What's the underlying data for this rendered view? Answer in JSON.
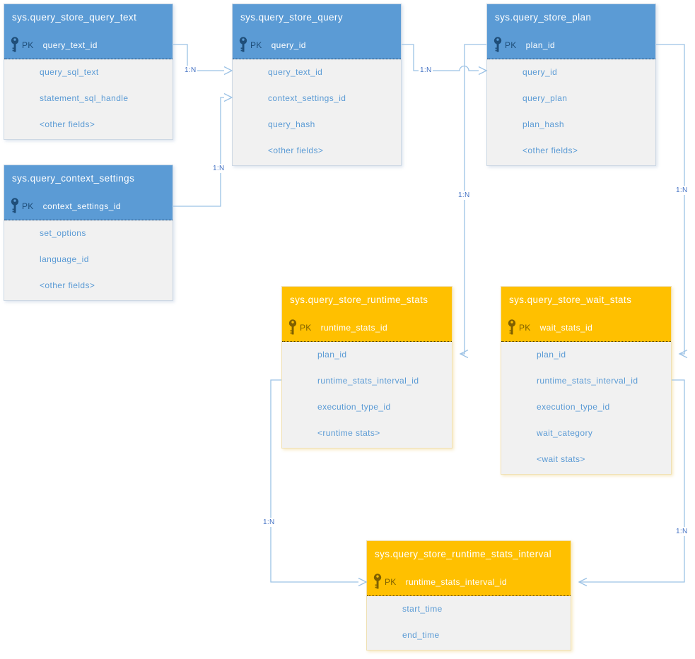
{
  "pk_label": "PK",
  "colors": {
    "blue_header": "#5b9bd5",
    "orange_header": "#ffc000",
    "field_text": "#5b9bd5",
    "body_background": "#f1f1f1",
    "connector_line": "#9cc2e5",
    "connector_label_text": "#4472c4",
    "pk_icon_blue": "#1f4e79",
    "pk_icon_orange": "#7f6000"
  },
  "tables": [
    {
      "title": "sys.query_store_query_text",
      "theme": "blue",
      "pk_field": "query_text_id",
      "fields": [
        "query_sql_text",
        "statement_sql_handle",
        "<other fields>"
      ]
    },
    {
      "title": "sys.query_store_query",
      "theme": "blue",
      "pk_field": "query_id",
      "fields": [
        "query_text_id",
        "context_settings_id",
        "query_hash",
        "<other fields>"
      ]
    },
    {
      "title": "sys.query_store_plan",
      "theme": "blue",
      "pk_field": "plan_id",
      "fields": [
        "query_id",
        "query_plan",
        "plan_hash",
        "<other fields>"
      ]
    },
    {
      "title": "sys.query_context_settings",
      "theme": "blue",
      "pk_field": "context_settings_id",
      "fields": [
        "set_options",
        "language_id",
        "<other fields>"
      ]
    },
    {
      "title": "sys.query_store_runtime_stats",
      "theme": "orange",
      "pk_field": "runtime_stats_id",
      "fields": [
        "plan_id",
        "runtime_stats_interval_id",
        "execution_type_id",
        "<runtime stats>"
      ]
    },
    {
      "title": "sys.query_store_wait_stats",
      "theme": "orange",
      "pk_field": "wait_stats_id",
      "fields": [
        "plan_id",
        "runtime_stats_interval_id",
        "execution_type_id",
        "wait_category",
        "<wait stats>"
      ]
    },
    {
      "title": "sys.query_store_runtime_stats_interval",
      "theme": "orange",
      "pk_field": "runtime_stats_interval_id",
      "fields": [
        "start_time",
        "end_time"
      ]
    }
  ],
  "connectors": [
    {
      "label": "1:N",
      "from": "sys.query_store_query_text.query_text_id",
      "to": "sys.query_store_query.query_text_id"
    },
    {
      "label": "1:N",
      "from": "sys.query_context_settings.context_settings_id",
      "to": "sys.query_store_query.context_settings_id"
    },
    {
      "label": "1:N",
      "from": "sys.query_store_query.query_id",
      "to": "sys.query_store_plan.query_id"
    },
    {
      "label": "1:N",
      "from": "sys.query_store_plan.plan_id",
      "to": "sys.query_store_runtime_stats.plan_id"
    },
    {
      "label": "1:N",
      "from": "sys.query_store_plan.plan_id",
      "to": "sys.query_store_wait_stats.plan_id"
    },
    {
      "label": "1:N",
      "from": "sys.query_store_runtime_stats_interval.runtime_stats_interval_id",
      "to": "sys.query_store_runtime_stats.runtime_stats_interval_id"
    },
    {
      "label": "1:N",
      "from": "sys.query_store_runtime_stats_interval.runtime_stats_interval_id",
      "to": "sys.query_store_wait_stats.runtime_stats_interval_id"
    }
  ]
}
